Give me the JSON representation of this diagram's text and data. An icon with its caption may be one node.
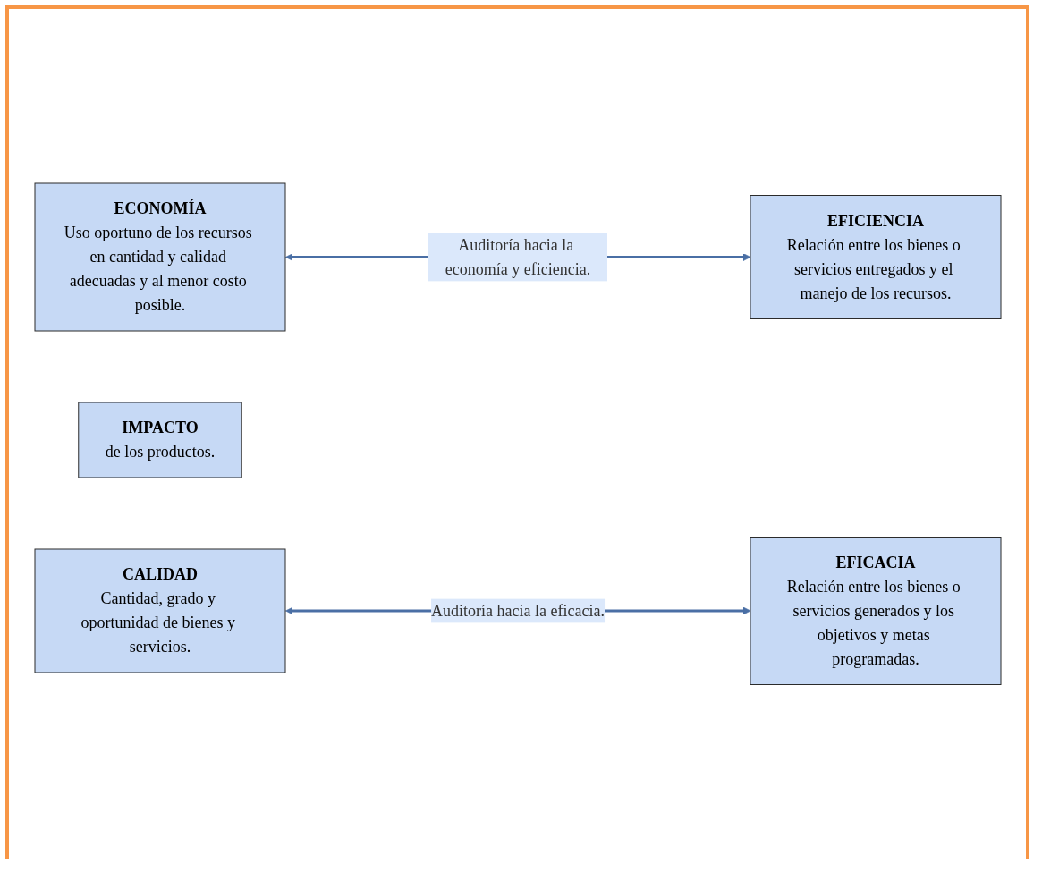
{
  "diagram": {
    "nodes": [
      {
        "text": [
          "ECONOMÍA",
          "Uso oportuno de los recursos en cantidad y calidad adecuadas y al menor costo posible."
        ]
      },
      {
        "text": [
          "EFICIENCIA",
          "Relación entre los bienes o servicios entregados y el manejo de los recursos."
        ]
      },
      {
        "text": [
          "IMPACTO",
          "de los productos."
        ]
      },
      {
        "text": [
          "CALIDAD",
          "Cantidad, grado y oportunidad de bienes y servicios."
        ]
      },
      {
        "text": [
          "EFICACIA",
          "Relación entre los bienes o servicios generados y los objetivos y metas programadas."
        ]
      }
    ],
    "edges": [
      {
        "from": 0,
        "to": 1,
        "arrow": "both",
        "label": "Auditoría hacia la economía y eficiencia."
      },
      {
        "from": 3,
        "to": 4,
        "arrow": "both",
        "label": "Auditoría hacia la eficacia."
      }
    ]
  }
}
